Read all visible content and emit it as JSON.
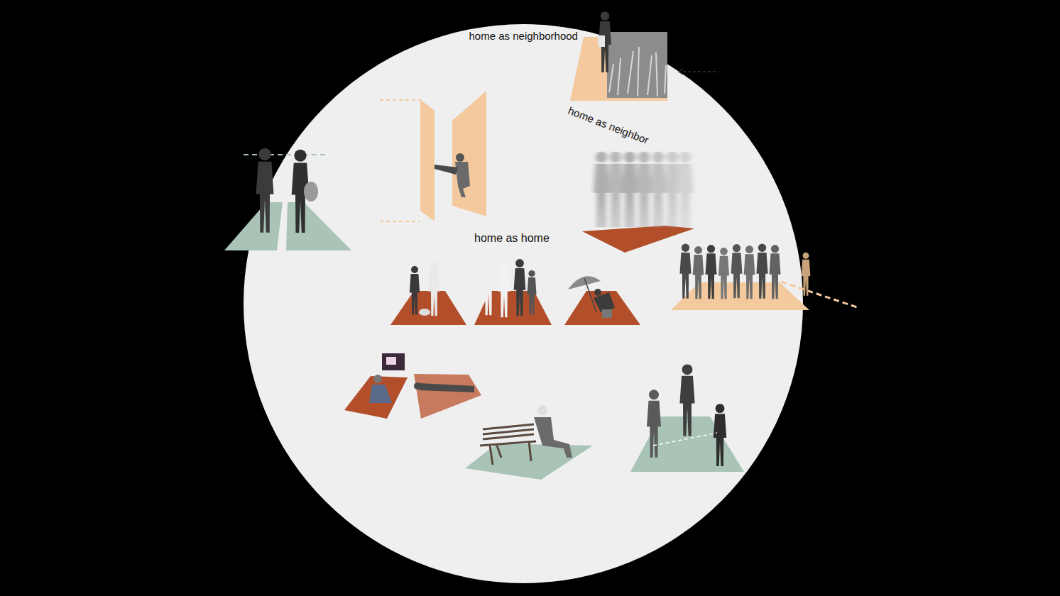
{
  "diagram": {
    "nodes": [
      {
        "text": [
          "home as neighborhood"
        ]
      },
      {
        "text": [
          "home as neighbor"
        ],
        "in": 0
      },
      {
        "text": [
          "home as home"
        ],
        "in": 1
      }
    ]
  }
}
